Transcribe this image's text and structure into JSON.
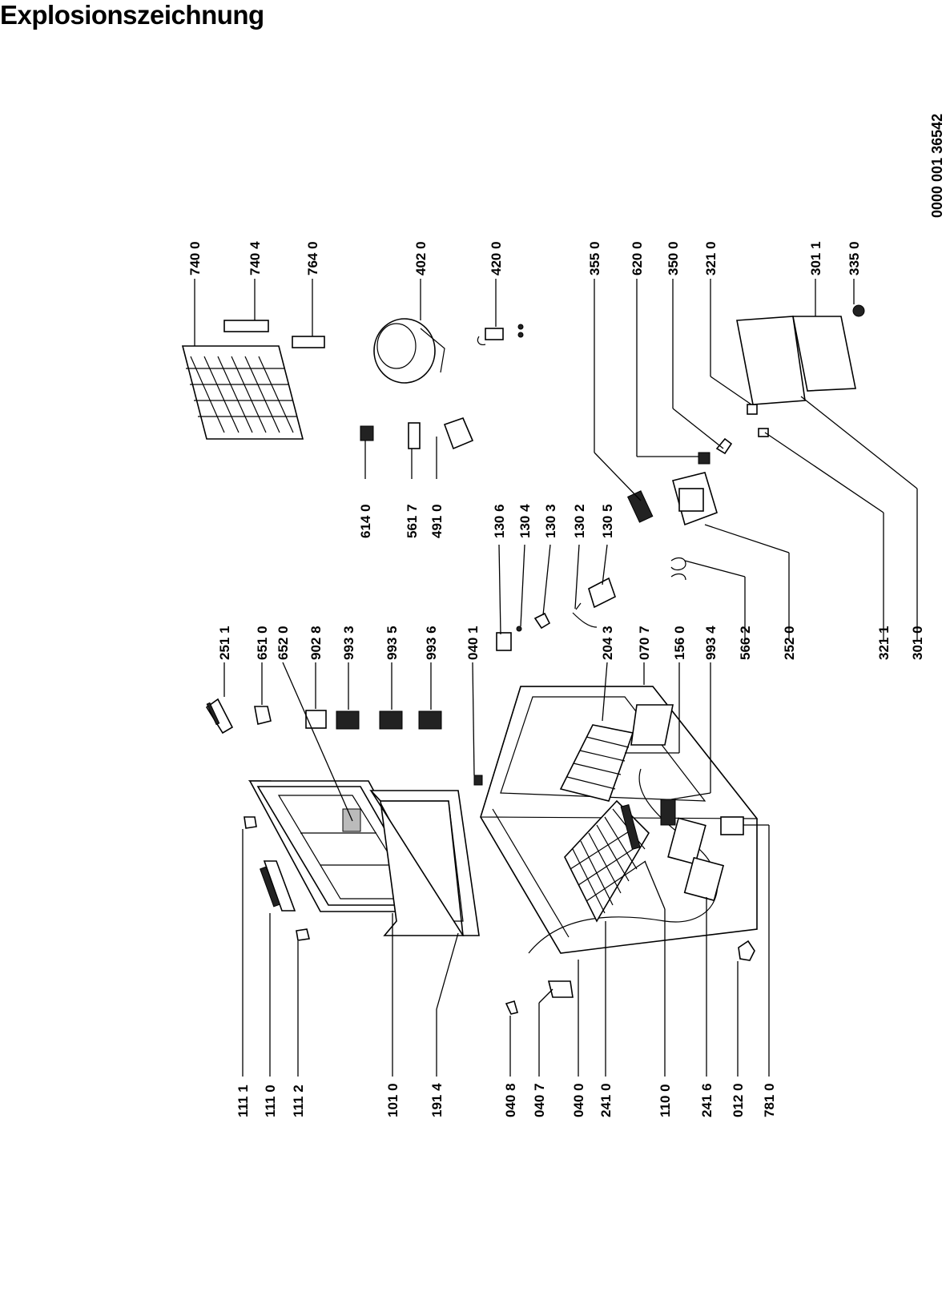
{
  "title": "Explosionszeichnung",
  "document_number": "0000 001 36542",
  "parts": {
    "p1111": "111 1",
    "p1110": "111 0",
    "p1112": "111 2",
    "p1010": "101 0",
    "p1914": "191 4",
    "p0408": "040 8",
    "p0407": "040 7",
    "p0400": "040 0",
    "p2410": "241 0",
    "p1100": "110 0",
    "p2416": "241 6",
    "p0120": "012 0",
    "p7810": "781 0",
    "p2511": "251 1",
    "p6510": "651 0",
    "p6520": "652 0",
    "p9028": "902 8",
    "p9933": "993 3",
    "p9935": "993 5",
    "p9936": "993 6",
    "p0401": "040 1",
    "p2043": "204 3",
    "p1306": "130 6",
    "p1304": "130 4",
    "p1303": "130 3",
    "p1302": "130 2",
    "p1305": "130 5",
    "p0707": "070 7",
    "p1560": "156 0",
    "p9934": "993 4",
    "p5662": "566 2",
    "p2520": "252 0",
    "p3211": "321 1",
    "p3010": "301 0",
    "p6140": "614 0",
    "p5617": "561 7",
    "p4910": "491 0",
    "p7400": "740 0",
    "p7404": "740 4",
    "p7640": "764 0",
    "p4020": "402 0",
    "p4200": "420 0",
    "p3550": "355 0",
    "p6200": "620 0",
    "p3500": "350 0",
    "p3210": "321 0",
    "p3011": "301 1",
    "p3350": "335 0"
  }
}
